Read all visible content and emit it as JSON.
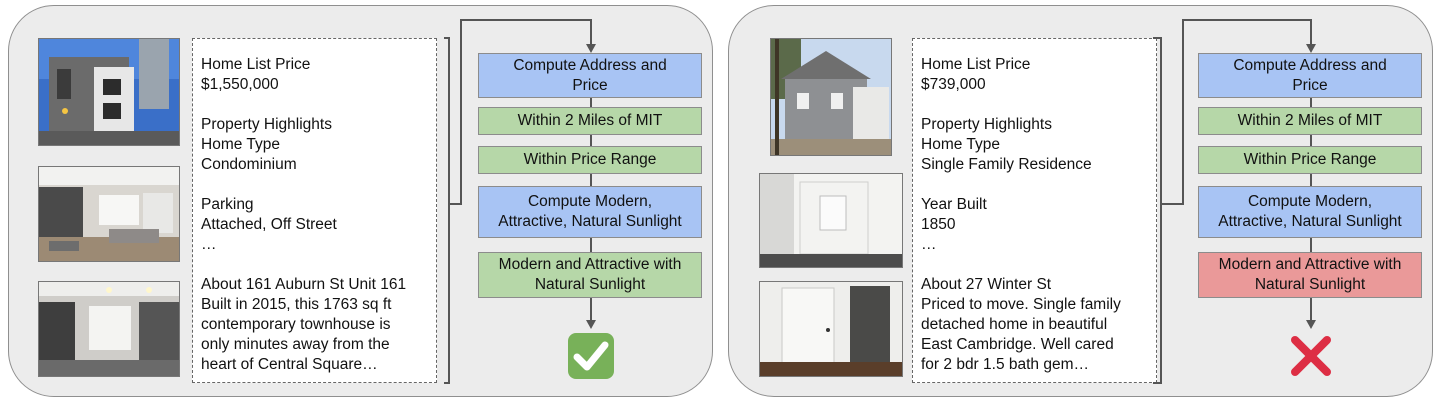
{
  "colors": {
    "blue_box": "#a8c4f4",
    "green_box": "#b6d7a8",
    "red_box": "#ea9999",
    "check": "#78b159",
    "cross": "#dd2e44"
  },
  "left": {
    "listing_lines": [
      "Home List Price",
      "$1,550,000",
      "",
      "Property Highlights",
      "Home Type",
      "Condominium",
      "",
      "Parking",
      "Attached, Off Street",
      "…",
      "",
      "About 161 Auburn St Unit 161",
      "Built in 2015, this 1763 sq ft",
      "contemporary townhouse is",
      "only minutes away from the",
      "heart of Central Square…"
    ],
    "flow": [
      {
        "label": "Compute Address and\nPrice",
        "kind": "blue"
      },
      {
        "label": "Within 2 Miles of MIT",
        "kind": "green"
      },
      {
        "label": "Within Price Range",
        "kind": "green"
      },
      {
        "label": "Compute Modern,\nAttractive, Natural Sunlight",
        "kind": "blue"
      },
      {
        "label": "Modern and Attractive with\nNatural Sunlight",
        "kind": "green"
      }
    ],
    "result_icon": "check-mark-icon"
  },
  "right": {
    "listing_lines": [
      "Home List Price",
      "$739,000",
      "",
      "Property Highlights",
      "Home Type",
      "Single Family Residence",
      "",
      "Year Built",
      "1850",
      "…",
      "",
      "About 27 Winter St",
      "Priced to move. Single family",
      "detached home in beautiful",
      "East Cambridge. Well cared",
      "for 2 bdr 1.5 bath gem…"
    ],
    "flow": [
      {
        "label": "Compute Address and\nPrice",
        "kind": "blue"
      },
      {
        "label": "Within 2 Miles of MIT",
        "kind": "green"
      },
      {
        "label": "Within Price Range",
        "kind": "green"
      },
      {
        "label": "Compute Modern,\nAttractive, Natural Sunlight",
        "kind": "blue"
      },
      {
        "label": "Modern and Attractive with\nNatural Sunlight",
        "kind": "red"
      }
    ],
    "result_icon": "cross-mark-icon"
  }
}
